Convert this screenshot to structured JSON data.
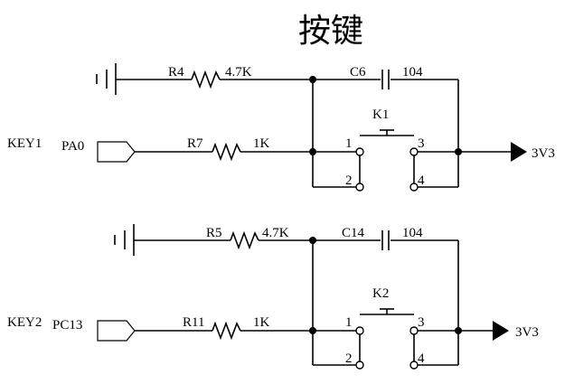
{
  "title": "按键",
  "circuits": [
    {
      "key_label": "KEY1",
      "port": "PA0",
      "pullup_resistor": "R4",
      "pullup_value": "4.7K",
      "series_resistor": "R7",
      "series_value": "1K",
      "capacitor": "C6",
      "capacitor_value": "104",
      "switch": "K1",
      "pins": [
        "1",
        "2",
        "3",
        "4"
      ],
      "power": "3V3"
    },
    {
      "key_label": "KEY2",
      "port": "PC13",
      "pullup_resistor": "R5",
      "pullup_value": "4.7K",
      "series_resistor": "R11",
      "series_value": "1K",
      "capacitor": "C14",
      "capacitor_value": "104",
      "switch": "K2",
      "pins": [
        "1",
        "2",
        "3",
        "4"
      ],
      "power": "3V3"
    }
  ]
}
